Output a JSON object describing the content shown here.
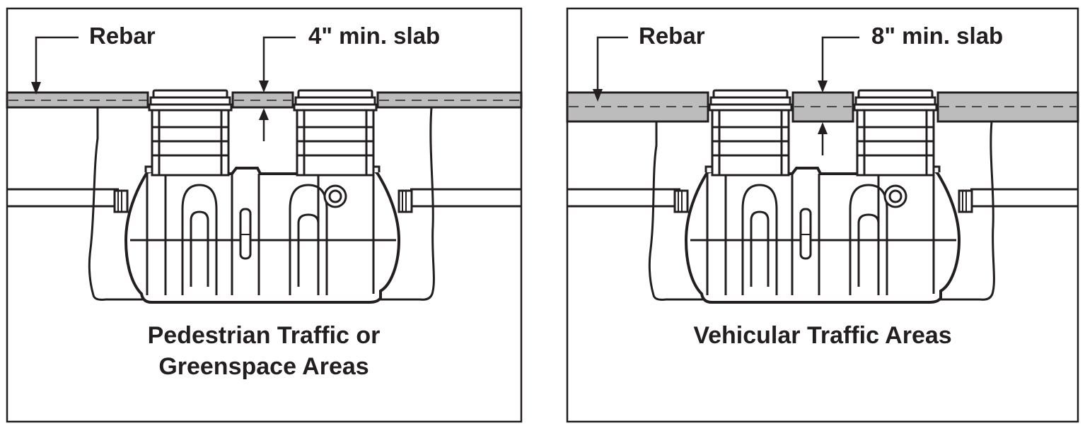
{
  "panels": [
    {
      "rebar_label": "Rebar",
      "slab_label": "4\" min. slab",
      "caption_lines": [
        "Pedestrian Traffic or",
        "Greenspace Areas"
      ]
    },
    {
      "rebar_label": "Rebar",
      "slab_label": "8\" min. slab",
      "caption_lines": [
        "Vehicular Traffic Areas"
      ]
    }
  ],
  "colors": {
    "line": "#231f20",
    "slab_fill": "#bcbcbc",
    "background": "#ffffff"
  }
}
